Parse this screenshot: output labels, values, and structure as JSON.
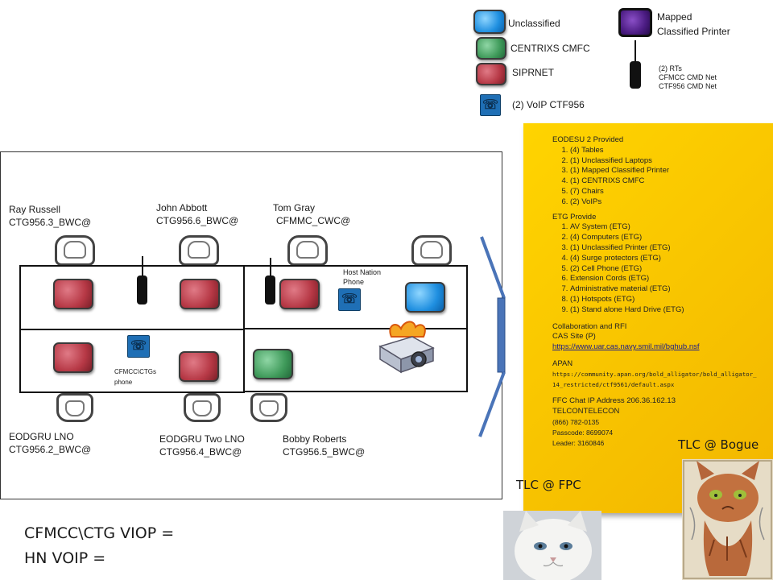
{
  "legend": {
    "unclassified": "Unclassified",
    "centrixs": "CENTRIXS  CMFC",
    "siprnet": "SIPRNET",
    "voip": "(2)  VoIP  CTF956",
    "printer_line1": "Mapped",
    "printer_line2": "Classified Printer",
    "rts_line1": "(2) RTs",
    "rts_line2": "CFMCC CMD Net",
    "rts_line3": "CTF956 CMD Net"
  },
  "seats": {
    "ray_name": "Ray Russell",
    "ray_id": "CTG956.3_BWC@",
    "john_name": "John Abbott",
    "john_id": "CTG956.6_BWC@",
    "tom_name": "Tom Gray",
    "tom_id": "CFMMC_CWC@",
    "lno_name": "EODGRU LNO",
    "lno_id": "CTG956.2_BWC@",
    "two_lno_name": "EODGRU Two LNO",
    "two_lno_id": "CTG956.4_BWC@",
    "bobby_name": "Bobby Roberts",
    "bobby_id": "CTG956.5_BWC@"
  },
  "phones": {
    "host_nation_line1": "Host Nation",
    "host_nation_line2": "Phone",
    "cfmcc_line1": "CFMCC\\CTGs",
    "cfmcc_line2": "phone"
  },
  "note": {
    "eodesu_title": "EODESU 2 Provided",
    "eodesu_items": [
      "(4) Tables",
      "(1) Unclassified Laptops",
      "(1) Mapped Classified Printer",
      "(1) CENTRIXS CMFC",
      "(7) Chairs",
      "(2) VoIPs"
    ],
    "etg_title": "ETG Provide",
    "etg_items": [
      "AV System (ETG)",
      "(4) Computers (ETG)",
      "(1) Unclassified Printer (ETG)",
      "(4) Surge protectors (ETG)",
      "(2)  Cell Phone (ETG)",
      "Extension Cords (ETG)",
      "Administrative material (ETG)",
      "(1) Hotspots (ETG)",
      "(1) Stand alone Hard Drive (ETG)"
    ],
    "collab_line1": "Collaboration and RFI",
    "collab_line2": "CAS Site (P)",
    "collab_link": "https://www.uar.cas.navy.smil.mil/bghub.nsf",
    "apan_title": "APAN",
    "apan_link_line1": "https://community.apan.org/bold_alligator/bold_alligator_",
    "apan_link_line2": "14_restricted/ctf9561/default.aspx",
    "ffc_chat": "FFC Chat IP Address 206.36.162.13",
    "telecon": "TELCONTELECON",
    "telecon_phone": "(866) 782-0135",
    "passcode": "Passcode: 8699074",
    "leader": "Leader: 3160846"
  },
  "footer": {
    "cfmcc_voip": "CFMCC\\CTG VIOP =",
    "hn_voip": "HN VOIP ="
  },
  "tlc": {
    "fpc": "TLC @ FPC",
    "bogue": "TLC @ Bogue"
  }
}
